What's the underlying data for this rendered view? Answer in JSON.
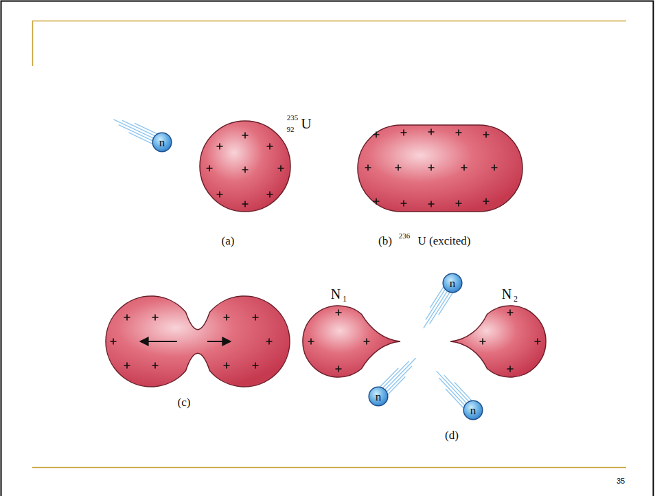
{
  "diagram": {
    "nodes": [
      {
        "text": [
          "n"
        ]
      },
      {
        "text": [
          "n"
        ]
      },
      {
        "text": [
          "n"
        ]
      },
      {
        "text": [
          "n"
        ]
      }
    ],
    "labels": [
      "235",
      "92",
      "U",
      "(a)",
      "(b)",
      "236",
      "U (excited)",
      "(c)",
      "N",
      "1",
      "N",
      "2",
      "(d)",
      "35"
    ]
  }
}
